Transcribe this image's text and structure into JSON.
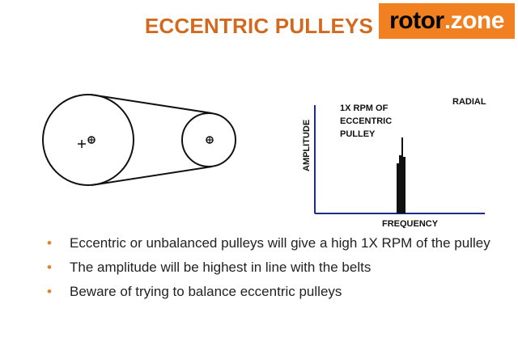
{
  "slide": {
    "title": "ECCENTRIC PULLEYS",
    "logo": {
      "left": "rotor",
      "right": "zone"
    }
  },
  "diagram": {
    "spectrum": {
      "annotation_lines": [
        "1X RPM OF",
        "ECCENTRIC",
        "PULLEY"
      ],
      "direction_label": "RADIAL",
      "y_axis_label": "AMPLITUDE",
      "x_axis_label": "FREQUENCY"
    }
  },
  "bullets": [
    "Eccentric or unbalanced pulleys will give a high 1X RPM of the pulley",
    "The amplitude will be highest in line with the belts",
    "Beware of trying to balance eccentric pulleys"
  ],
  "colors": {
    "title": "#d2691e",
    "logo_bg": "#f08020",
    "bullet": "#e67e22",
    "axis": "#1f2a8a"
  }
}
